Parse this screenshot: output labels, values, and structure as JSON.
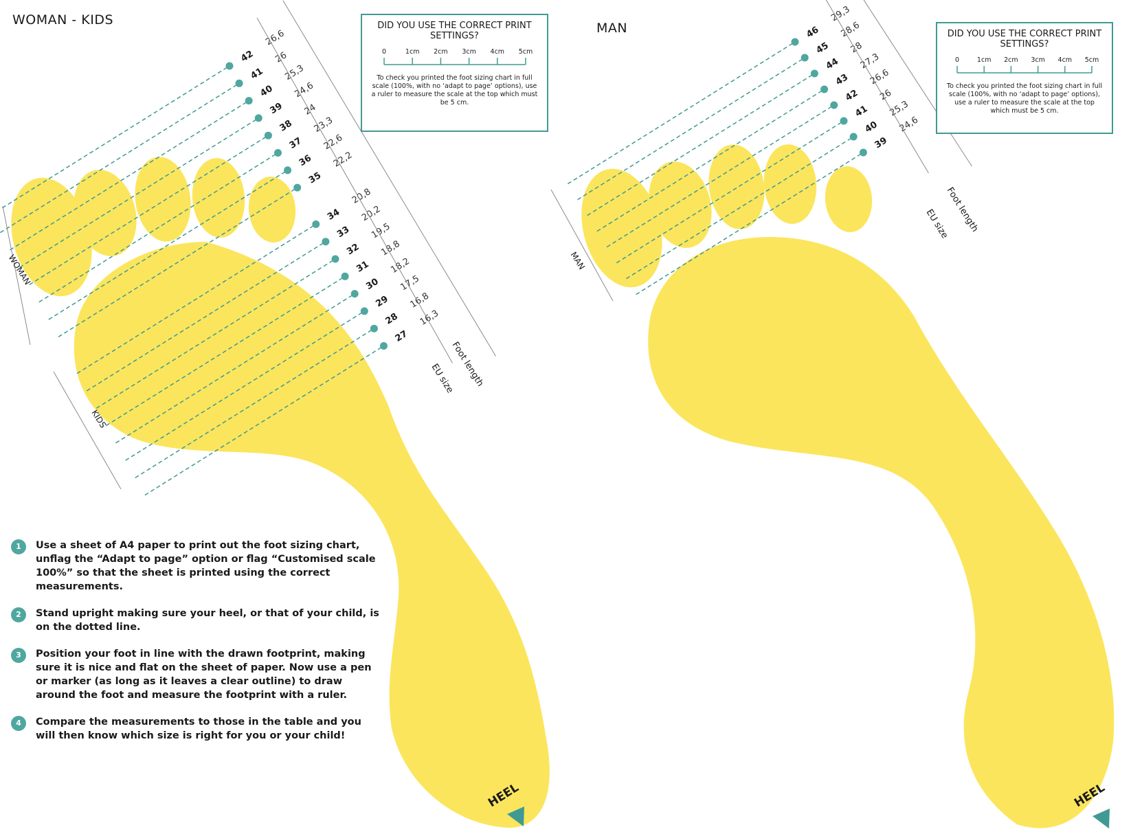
{
  "colors": {
    "foot": "#fbe55d",
    "accent": "#3f9a93",
    "dot": "#4fa79f",
    "text": "#1a1a1a",
    "bracket": "#8a8a8a"
  },
  "woman_kids": {
    "title": "WOMAN - KIDS",
    "group_woman": "WOMAN",
    "group_kids": "KIDS",
    "col_eu": "EU size",
    "col_foot": "Foot length",
    "heel_label": "HEEL",
    "rows": [
      {
        "eu": "42",
        "len": "26,6"
      },
      {
        "eu": "41",
        "len": "26"
      },
      {
        "eu": "40",
        "len": "25,3"
      },
      {
        "eu": "39",
        "len": "24,6"
      },
      {
        "eu": "38",
        "len": "24"
      },
      {
        "eu": "37",
        "len": "23,3"
      },
      {
        "eu": "36",
        "len": "22,6"
      },
      {
        "eu": "35",
        "len": "22,2"
      },
      {
        "eu": "34",
        "len": "20,8"
      },
      {
        "eu": "33",
        "len": "20,2"
      },
      {
        "eu": "32",
        "len": "19,5"
      },
      {
        "eu": "31",
        "len": "18,8"
      },
      {
        "eu": "30",
        "len": "18,2"
      },
      {
        "eu": "29",
        "len": "17,5"
      },
      {
        "eu": "28",
        "len": "16,8"
      },
      {
        "eu": "27",
        "len": "16,3"
      }
    ]
  },
  "man": {
    "title": "MAN",
    "group_man": "MAN",
    "col_eu": "EU size",
    "col_foot": "Foot length",
    "heel_label": "HEEL",
    "rows": [
      {
        "eu": "46",
        "len": "29,3"
      },
      {
        "eu": "45",
        "len": "28,6"
      },
      {
        "eu": "44",
        "len": "28"
      },
      {
        "eu": "43",
        "len": "27,3"
      },
      {
        "eu": "42",
        "len": "26,6"
      },
      {
        "eu": "41",
        "len": "26"
      },
      {
        "eu": "40",
        "len": "25,3"
      },
      {
        "eu": "39",
        "len": "24,6"
      }
    ]
  },
  "print_check": {
    "title": "DID YOU USE THE CORRECT PRINT SETTINGS?",
    "scale_labels": [
      "0",
      "1cm",
      "2cm",
      "3cm",
      "4cm",
      "5cm"
    ],
    "note": "To check you printed the foot sizing chart in full scale (100%, with no ‘adapt to page’ options), use a ruler to measure the scale at the top which must be 5 cm."
  },
  "steps": [
    {
      "num": "1",
      "text": "Use a sheet of A4 paper to print out the foot sizing chart, unflag the “Adapt to page” option or flag “Customised scale 100%” so that the sheet is printed using the correct measurements."
    },
    {
      "num": "2",
      "text": "Stand upright making sure your heel, or that of your child, is on the dotted line."
    },
    {
      "num": "3",
      "text": "Position your foot in line with the drawn footprint, making sure it is nice and flat on the sheet of paper. Now use a pen or marker (as long as it leaves a clear outline) to draw around the foot and measure the footprint with a ruler."
    },
    {
      "num": "4",
      "text": "Compare the measurements to those in the table and you will then know which size is right for you or your child!"
    }
  ]
}
